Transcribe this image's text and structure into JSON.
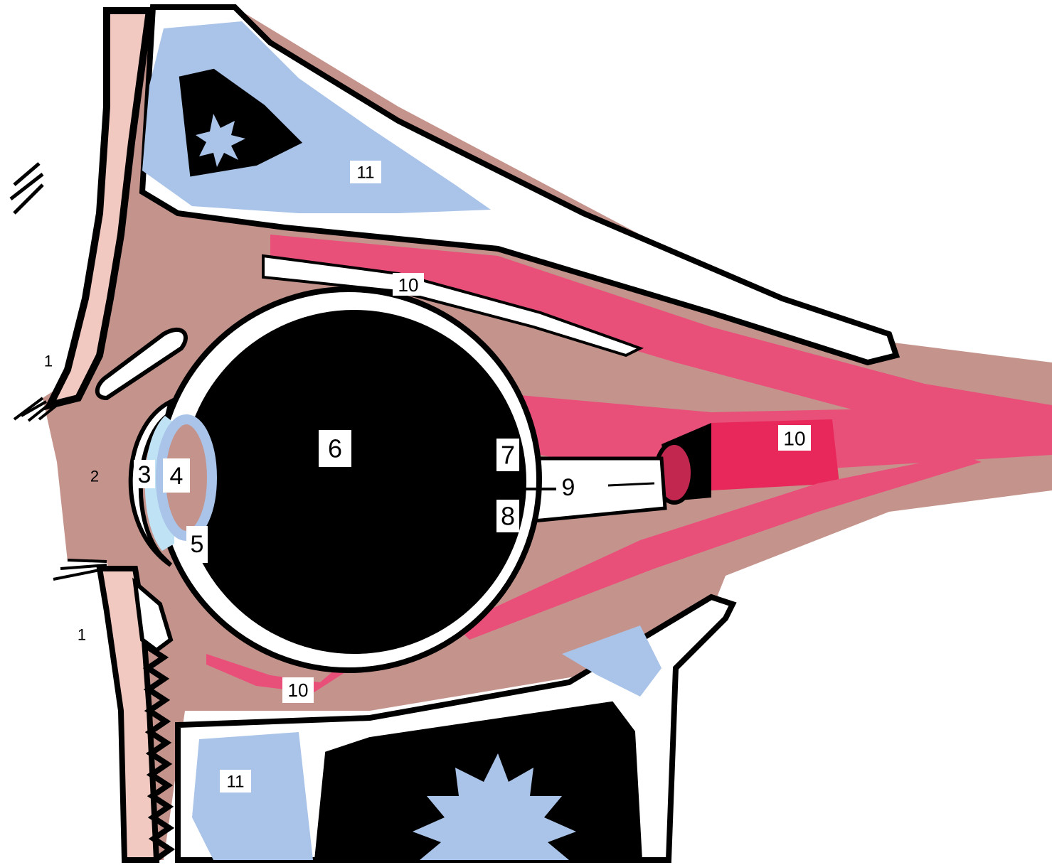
{
  "labels": {
    "eyelid_upper": "1",
    "eyelid_lower": "1",
    "cornea": "2",
    "anterior_chamber": "3",
    "lens": "4",
    "ciliary_body": "5",
    "vitreous_body": "6",
    "retina_upper": "7",
    "optic_disc": "8",
    "optic_nerve": "9",
    "muscle_superior": "10",
    "muscle_lateral": "10",
    "muscle_inferior": "10",
    "sinus_frontal": "11",
    "sinus_maxillary": "11"
  },
  "colors": {
    "tissue": "#c4948c",
    "skin": "#f2c9c0",
    "muscle": "#e8507a",
    "muscle_dark": "#c2284f",
    "bone": "#ffffff",
    "sinus": "#a9c4e8",
    "outline": "#000000",
    "eye_interior": "#000000",
    "sclera": "#ffffff",
    "cornea_blue": "#bfe3f5"
  }
}
